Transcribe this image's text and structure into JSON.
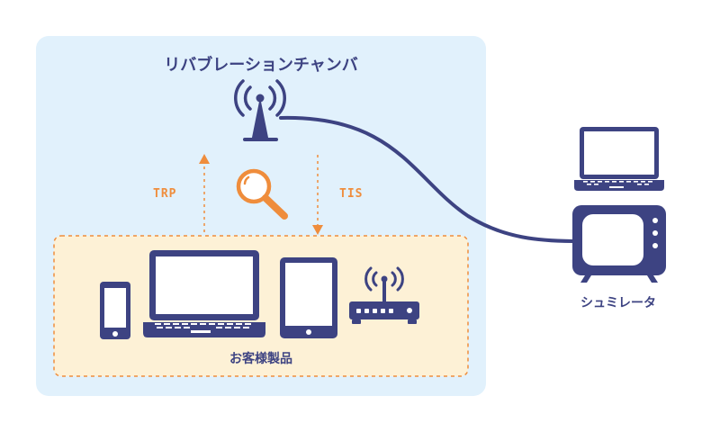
{
  "chamber": {
    "title": "リバブレーションチャンバ"
  },
  "products": {
    "title": "お客様製品"
  },
  "simulator": {
    "title": "シュミレータ"
  },
  "arrows": {
    "trp": "TRP",
    "tis": "TIS"
  },
  "colors": {
    "chamber_bg": "#e1f1fc",
    "products_bg": "#fdf1d6",
    "dashed_accent": "#ef8d3c",
    "device_navy": "#3d4382"
  },
  "icons": [
    "antenna-icon",
    "magnifier-icon",
    "smartphone-icon",
    "laptop-icon",
    "tablet-icon",
    "router-icon",
    "tv-icon"
  ]
}
